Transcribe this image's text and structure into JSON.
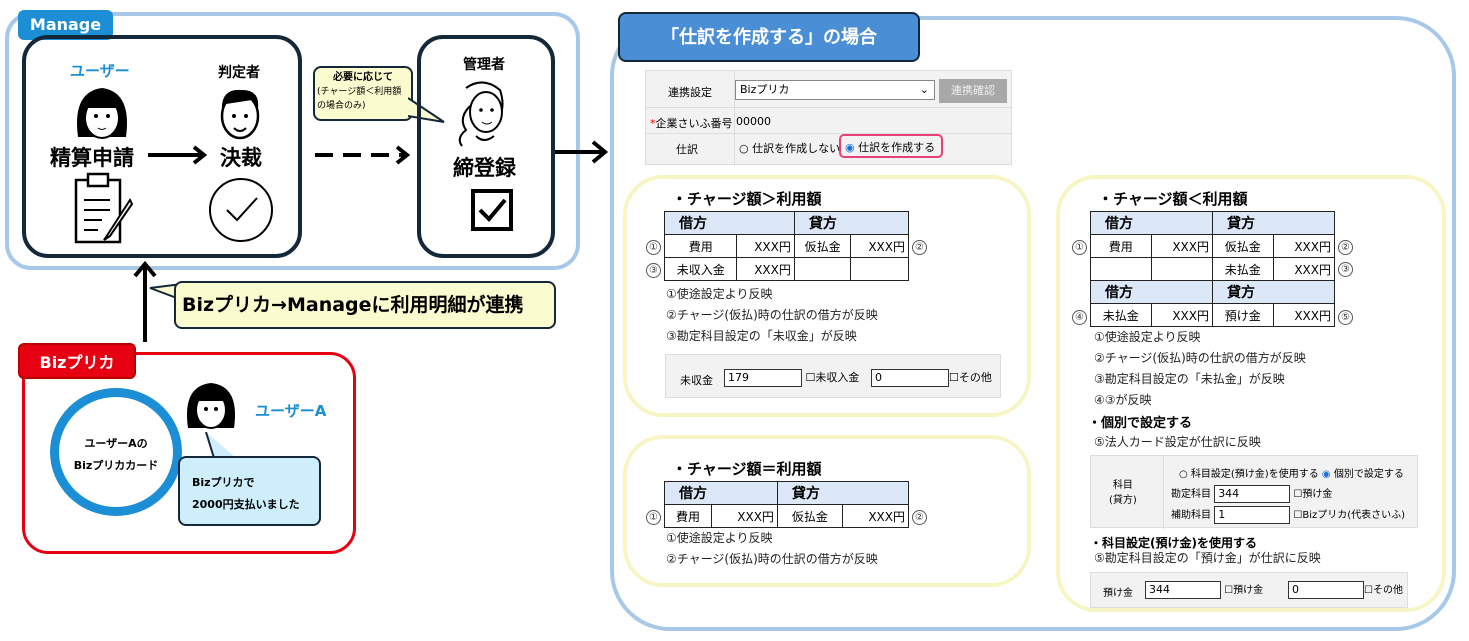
{
  "manage": {
    "label": "Manage",
    "user_label": "ユーザー",
    "user_action": "精算申請",
    "judge_label": "判定者",
    "judge_action": "決裁",
    "admin_label": "管理者",
    "admin_action": "締登録",
    "callout_line1": "必要に応じて",
    "callout_line2": "(チャージ額＜利用額",
    "callout_line3": "の場合のみ)"
  },
  "link_note": "Bizプリカ→Manageに利用明細が連携",
  "bizpurika": {
    "label": "Bizプリカ",
    "card_line1": "ユーザーAの",
    "card_line2": "Bizプリカカード",
    "user_label": "ユーザーA",
    "bubble_line1": "Bizプリカで",
    "bubble_line2": "2000円支払いました"
  },
  "right": {
    "title": "「仕訳を作成する」の場合",
    "settings": {
      "row1_label": "連携設定",
      "select_value": "Bizプリカ",
      "confirm_button": "連携確認",
      "row2_label": "企業さいふ番号",
      "row2_required": "*",
      "row2_value": "00000",
      "row3_label": "仕訳",
      "radio_off": "仕訳を作成しない",
      "radio_on": "仕訳を作成する"
    },
    "p1": {
      "title": "・チャージ額＞利用額",
      "debit": "借方",
      "credit": "貸方",
      "rows": [
        [
          "費用",
          "XXX円",
          "仮払金",
          "XXX円"
        ],
        [
          "未収入金",
          "XXX円",
          "",
          ""
        ]
      ],
      "nums": [
        "①",
        "②",
        "③"
      ],
      "notes": [
        "①使途設定より反映",
        "②チャージ(仮払)時の仕訳の借方が反映",
        "③勘定科目設定の「未収金」が反映"
      ],
      "shot": {
        "label": "未収金",
        "v1": "179",
        "n1": "未収入金",
        "v2": "0",
        "n2": "その他"
      }
    },
    "p2": {
      "title": "・チャージ額＝利用額",
      "debit": "借方",
      "credit": "貸方",
      "rows": [
        [
          "費用",
          "XXX円",
          "仮払金",
          "XXX円"
        ]
      ],
      "nums": [
        "①",
        "②"
      ],
      "notes": [
        "①使途設定より反映",
        "②チャージ(仮払)時の仕訳の借方が反映"
      ]
    },
    "p3": {
      "title": "・チャージ額＜利用額",
      "debit": "借方",
      "credit": "貸方",
      "rows": [
        [
          "費用",
          "XXX円",
          "仮払金",
          "XXX円"
        ],
        [
          "",
          "",
          "未払金",
          "XXX円"
        ]
      ],
      "rows2": [
        [
          "未払金",
          "XXX円",
          "預け金",
          "XXX円"
        ]
      ],
      "nums": [
        "①",
        "②",
        "③",
        "④",
        "⑤"
      ],
      "notes": [
        "①使途設定より反映",
        "②チャージ(仮払)時の仕訳の借方が反映",
        "③勘定科目設定の「未払金」が反映",
        "④③が反映"
      ],
      "sub1": "・個別で設定する",
      "sub1_note": "⑤法人カード設定が仕訳に反映",
      "shot1": {
        "label1": "科目",
        "label2": "(貸方)",
        "radio_off": "科目設定(預け金)を使用する",
        "radio_on": "個別で設定する",
        "f1_label": "勘定科目",
        "f1_value": "344",
        "f1_name": "預け金",
        "f2_label": "補助科目",
        "f2_value": "1",
        "f2_name": "Bizプリカ(代表さいふ)"
      },
      "sub2": "・科目設定(預け金)を使用する",
      "sub2_note": "⑤勘定科目設定の「預け金」が仕訳に反映",
      "shot2": {
        "label": "預け金",
        "v1": "344",
        "n1": "預け金",
        "v2": "0",
        "n2": "その他"
      }
    }
  },
  "colors": {
    "manage_blue": "#1b8ed6",
    "outer_border": "#a7c8e8",
    "bizpurika_red": "#e60012",
    "title_blue": "#4a8fd6",
    "yellow": "#fbfbd0",
    "panel": "#f7f5c4"
  }
}
